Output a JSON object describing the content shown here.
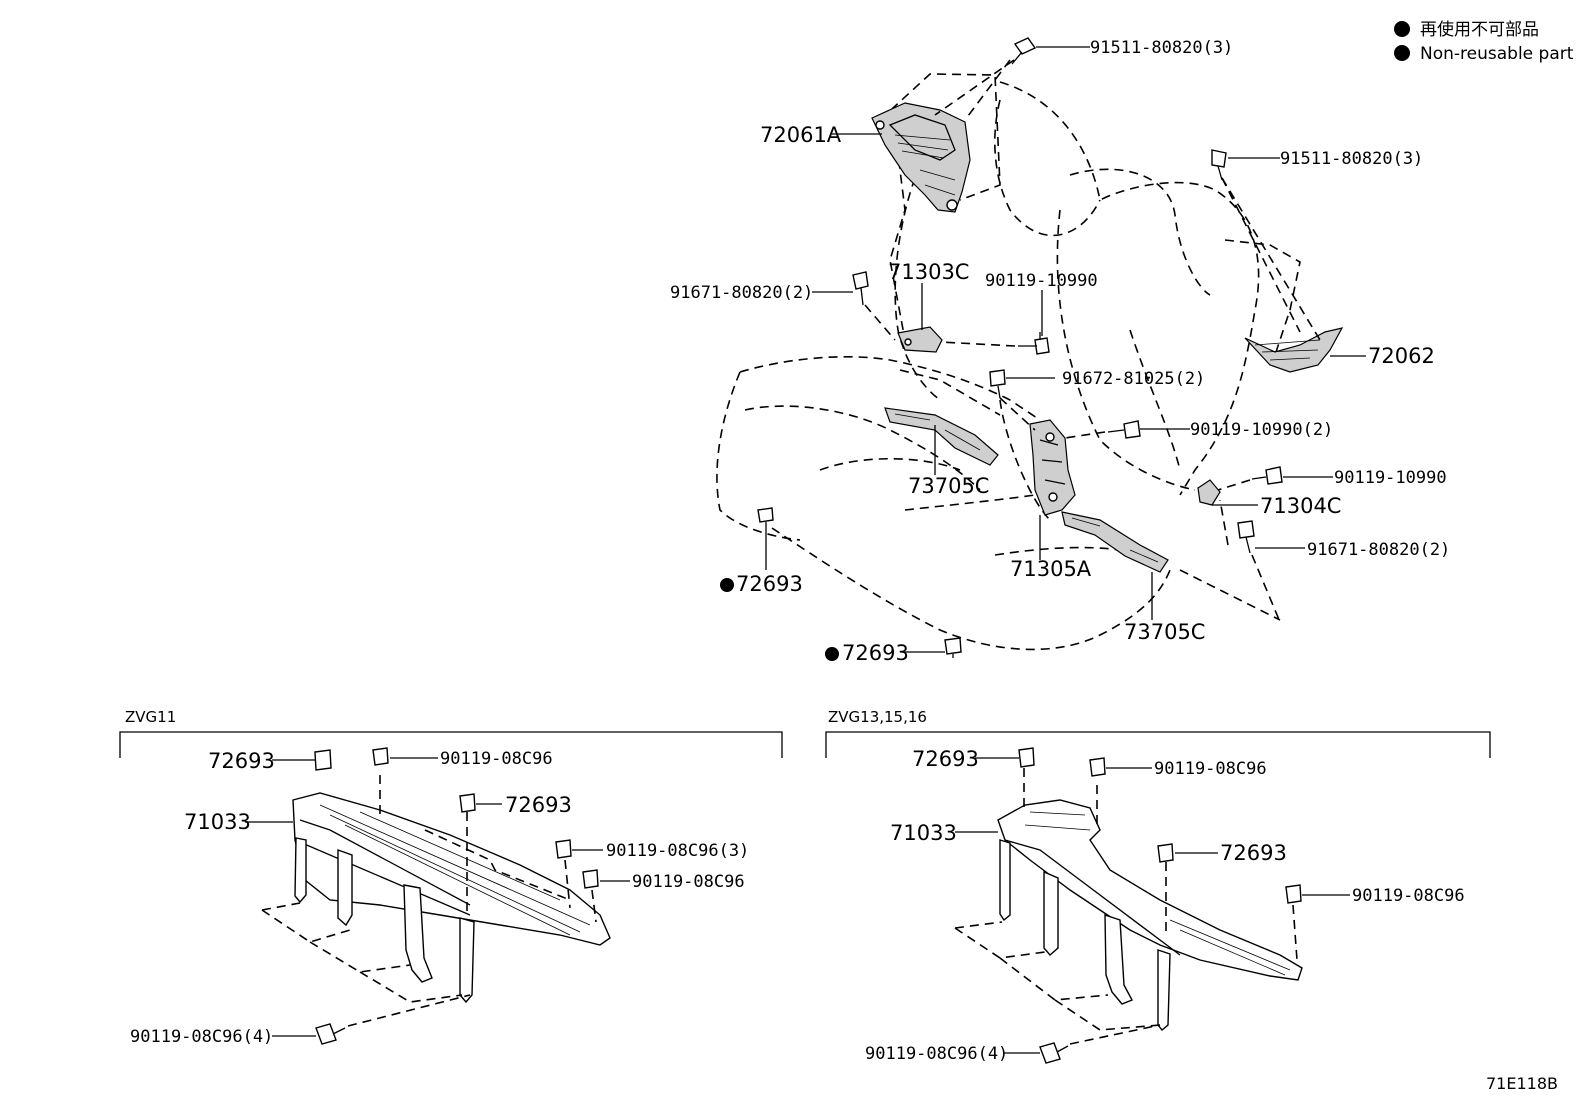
{
  "legend": {
    "japanese": "再使用不可部品",
    "english": "Non-reusable part"
  },
  "diagram_code": "71E118B",
  "sections": {
    "left": "ZVG11",
    "right": "ZVG13,15,16"
  },
  "parts": {
    "p_91511_top": "91511-80820(3)",
    "p_72061A": "72061A",
    "p_91511_right": "91511-80820(3)",
    "p_71303C": "71303C",
    "p_90119_10990_a": "90119-10990",
    "p_91671_left": "91671-80820(2)",
    "p_72062": "72062",
    "p_91672": "91672-81025(2)",
    "p_90119_10990_2": "90119-10990(2)",
    "p_90119_10990_b": "90119-10990",
    "p_73705C_a": "73705C",
    "p_71304C": "71304C",
    "p_91671_right": "91671-80820(2)",
    "p_72693_a": "72693",
    "p_71305A": "71305A",
    "p_73705C_b": "73705C",
    "p_72693_b": "72693",
    "l_72693_a": "72693",
    "l_90119_08C96_a": "90119-08C96",
    "l_72693_b": "72693",
    "l_71033": "71033",
    "l_90119_08C96_3": "90119-08C96(3)",
    "l_90119_08C96_b": "90119-08C96",
    "l_90119_08C96_4": "90119-08C96(4)",
    "r_72693_a": "72693",
    "r_90119_08C96_a": "90119-08C96",
    "r_71033": "71033",
    "r_72693_b": "72693",
    "r_90119_08C96_b": "90119-08C96",
    "r_90119_08C96_4": "90119-08C96(4)"
  }
}
